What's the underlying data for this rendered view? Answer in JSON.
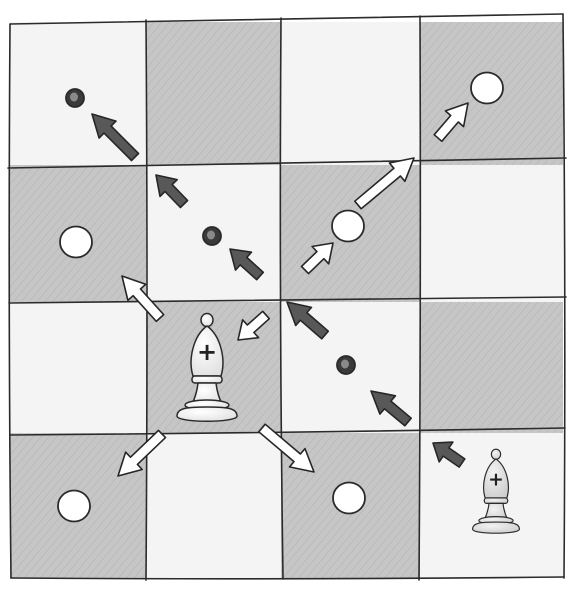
{
  "board": {
    "rows": 4,
    "cols": 4,
    "paper_color": "#f4f4f4",
    "dark_square_color": "#c6c6c6",
    "line_color": "#2b2b2b",
    "dark_squares": [
      [
        0,
        1
      ],
      [
        0,
        3
      ],
      [
        1,
        0
      ],
      [
        1,
        2
      ],
      [
        2,
        1
      ],
      [
        2,
        3
      ],
      [
        3,
        0
      ],
      [
        3,
        2
      ]
    ]
  },
  "pieces": [
    {
      "name": "white-bishop-piece",
      "icon": "bishop-icon",
      "color": "white",
      "symbol": "+",
      "cell": [
        2,
        1
      ]
    },
    {
      "name": "light-bishop-piece",
      "icon": "bishop-icon",
      "color": "light",
      "symbol": "+",
      "cell": [
        3,
        3
      ]
    }
  ],
  "markers": [
    {
      "name": "move-target-marker",
      "kind": "open",
      "cell": [
        0,
        3
      ]
    },
    {
      "name": "move-target-marker",
      "kind": "open",
      "cell": [
        1,
        0
      ]
    },
    {
      "name": "move-target-marker",
      "kind": "open",
      "cell": [
        1,
        2
      ]
    },
    {
      "name": "move-target-marker",
      "kind": "open",
      "cell": [
        3,
        0
      ]
    },
    {
      "name": "move-target-marker",
      "kind": "open",
      "cell": [
        3,
        2
      ]
    },
    {
      "name": "capture-target-marker",
      "kind": "filled",
      "cell": [
        0,
        0
      ]
    },
    {
      "name": "capture-target-marker",
      "kind": "filled",
      "cell": [
        1,
        1
      ]
    },
    {
      "name": "capture-target-marker",
      "kind": "filled",
      "cell": [
        2,
        2
      ]
    }
  ],
  "arrows": [
    {
      "name": "move-arrow",
      "style": "light"
    },
    {
      "name": "move-arrow",
      "style": "light"
    },
    {
      "name": "move-arrow",
      "style": "light"
    },
    {
      "name": "move-arrow",
      "style": "light"
    },
    {
      "name": "move-arrow",
      "style": "light"
    },
    {
      "name": "move-arrow",
      "style": "light"
    },
    {
      "name": "move-arrow",
      "style": "light"
    },
    {
      "name": "attack-arrow",
      "style": "dark"
    },
    {
      "name": "attack-arrow",
      "style": "dark"
    },
    {
      "name": "attack-arrow",
      "style": "dark"
    },
    {
      "name": "attack-arrow",
      "style": "dark"
    },
    {
      "name": "attack-arrow",
      "style": "dark"
    },
    {
      "name": "attack-arrow",
      "style": "dark"
    }
  ]
}
